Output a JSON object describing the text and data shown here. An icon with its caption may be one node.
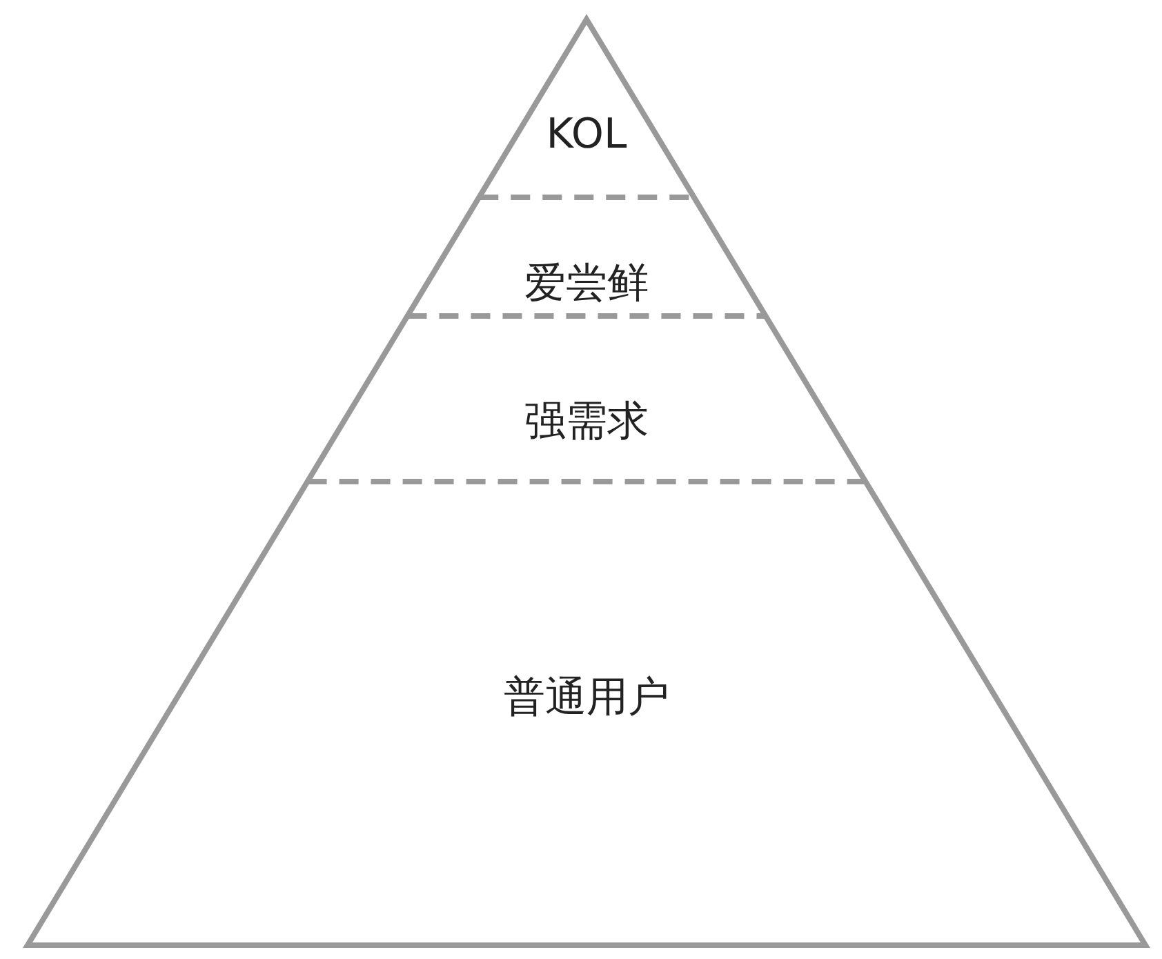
{
  "diagram": {
    "nodes": [
      {
        "text": [
          "KOL"
        ]
      },
      {
        "text": [
          "爱尝鲜"
        ]
      },
      {
        "text": [
          "强需求"
        ]
      },
      {
        "text": [
          "普通用户"
        ]
      }
    ]
  }
}
